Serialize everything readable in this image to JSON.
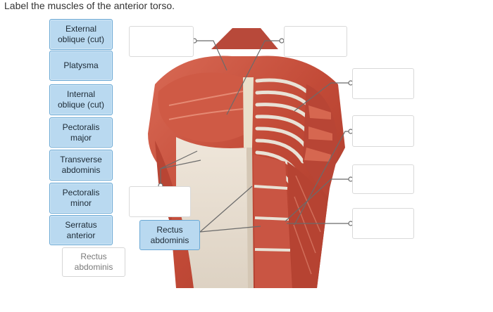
{
  "question": {
    "prompt": "Label the muscles of the anterior torso."
  },
  "word_bank": {
    "chips": [
      {
        "label": "External oblique (cut)",
        "state": "available"
      },
      {
        "label": "Platysma",
        "state": "available"
      },
      {
        "label": "Internal oblique (cut)",
        "state": "available"
      },
      {
        "label": "Pectoralis major",
        "state": "available"
      },
      {
        "label": "Transverse abdominis",
        "state": "available"
      },
      {
        "label": "Pectoralis minor",
        "state": "available"
      },
      {
        "label": "Serratus anterior",
        "state": "available"
      },
      {
        "label": "Rectus abdominis",
        "state": "used"
      }
    ]
  },
  "drop_zones": {
    "placed_label": "Rectus abdominis"
  },
  "colors": {
    "chip_fill": "#b9d9f0",
    "chip_border": "#6aa8d4",
    "muscle_red": "#c8523f",
    "tendon_white": "#e9e2d6"
  }
}
